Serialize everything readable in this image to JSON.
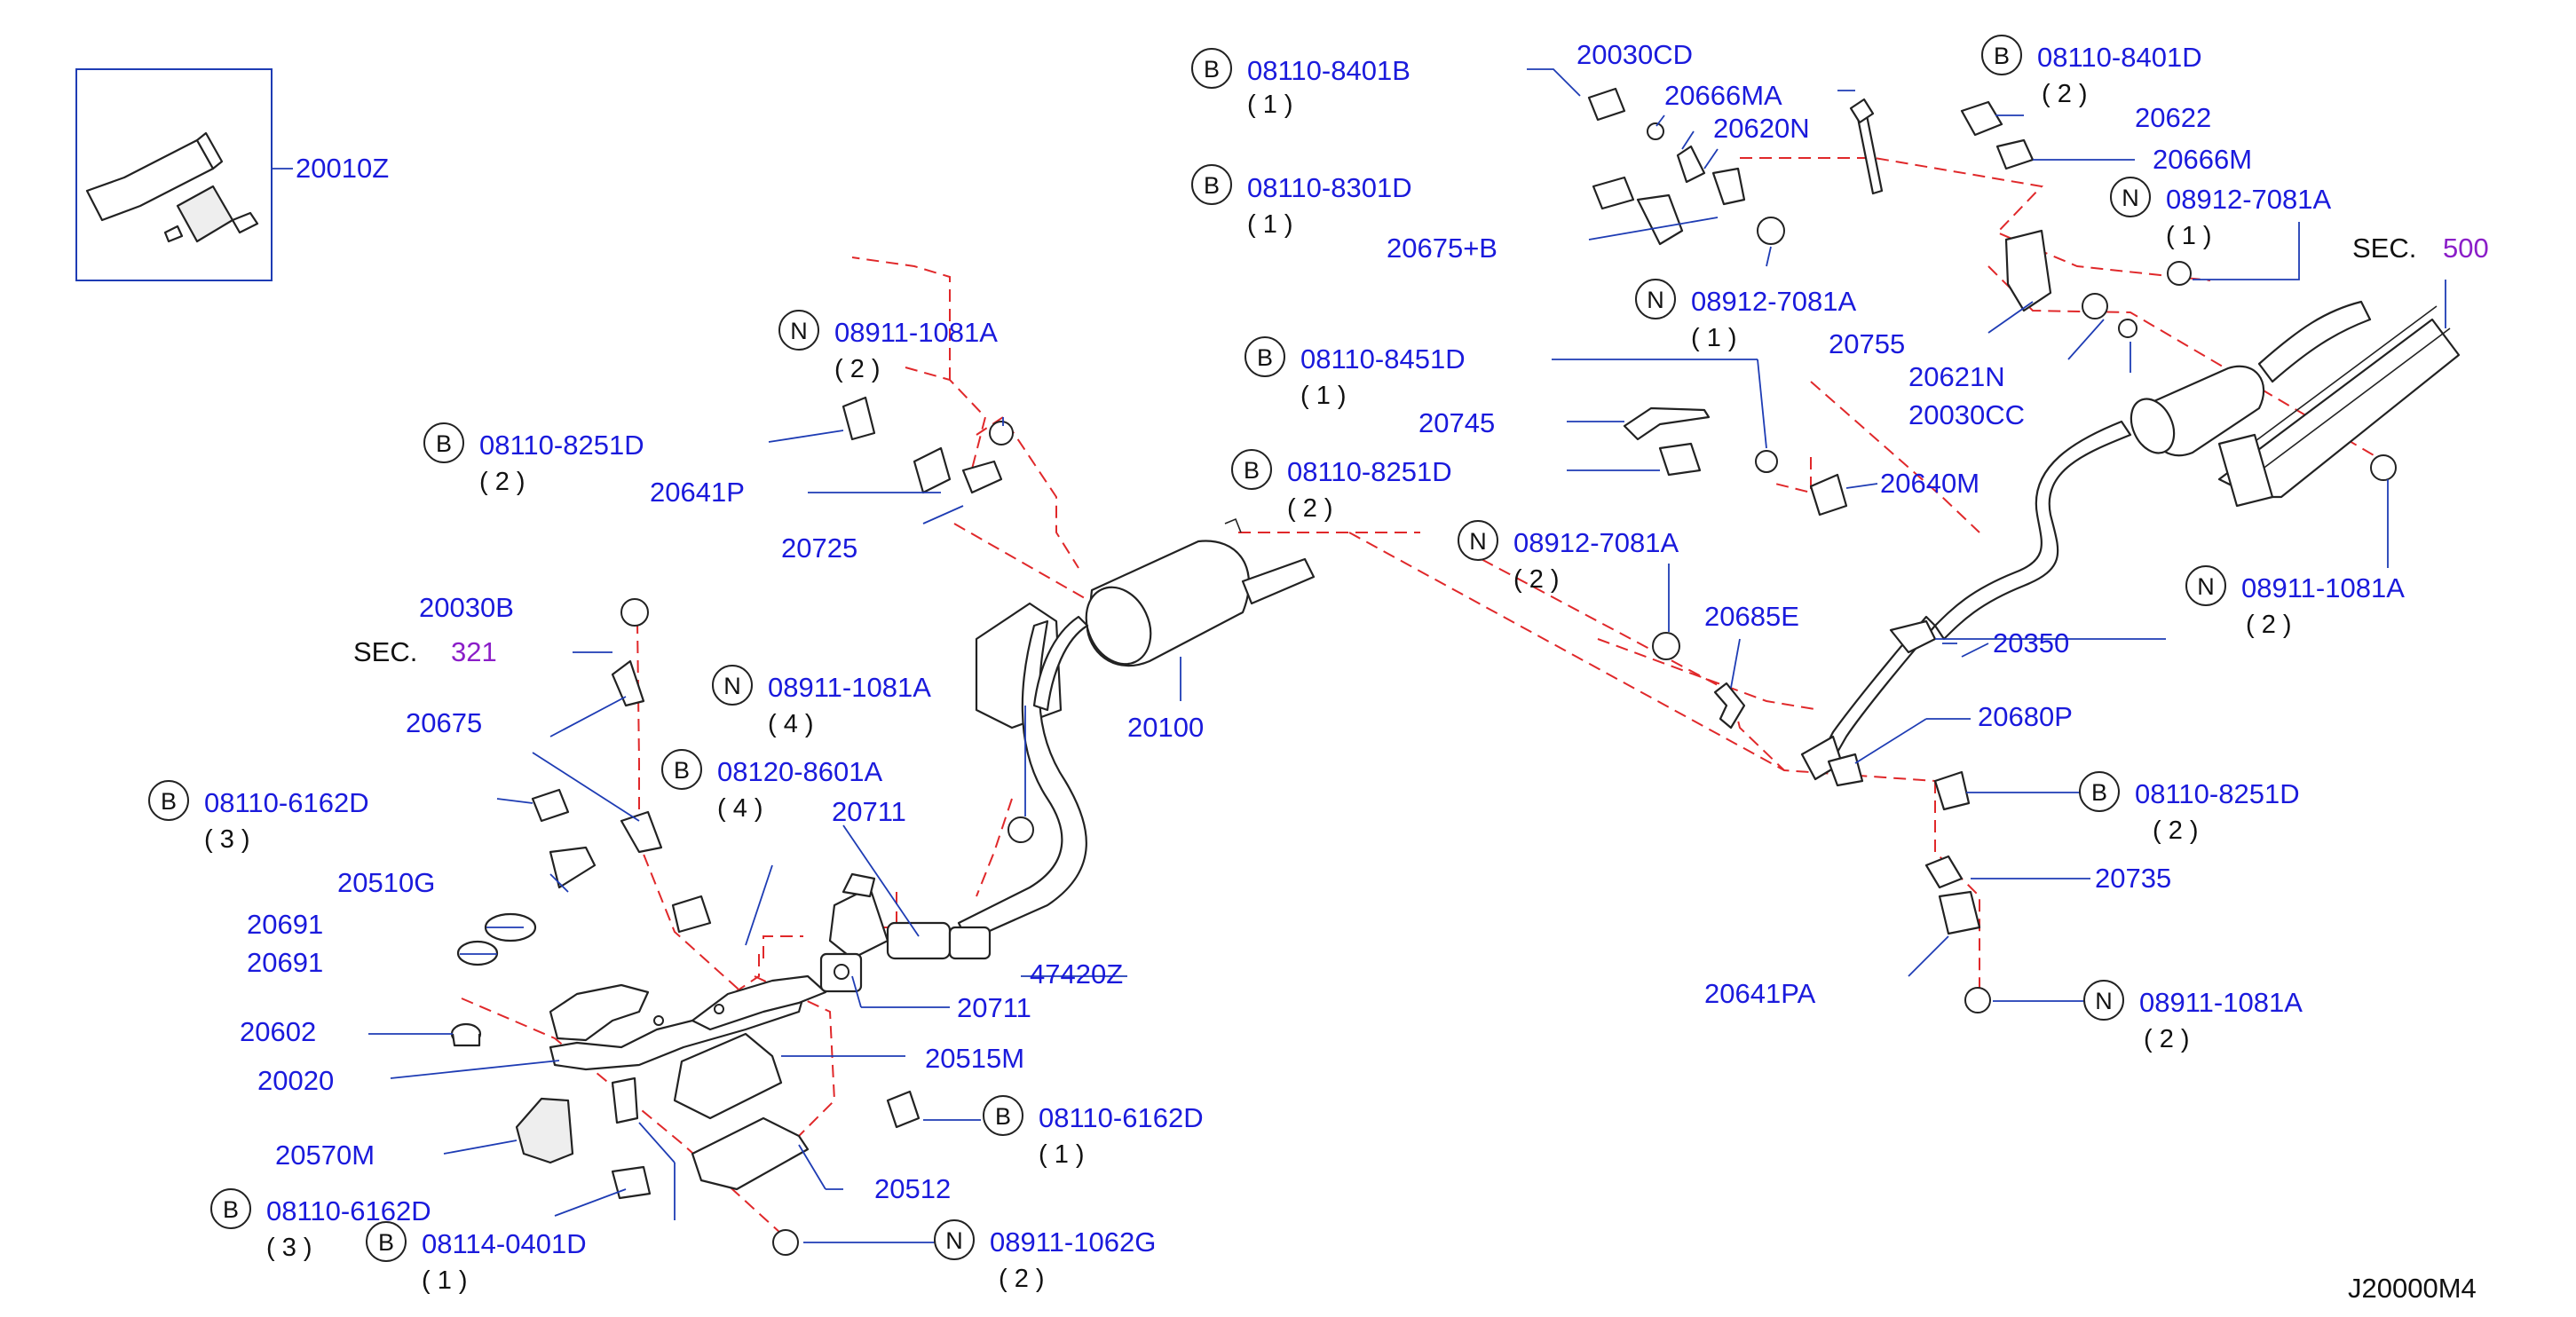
{
  "diagram": {
    "code": "J20000M4",
    "sec_labels": [
      {
        "prefix": "SEC.",
        "ref": "321"
      },
      {
        "prefix": "SEC.",
        "ref": "500"
      }
    ],
    "part_numbers": [
      "20010Z",
      "20030CD",
      "20666MA",
      "20620N",
      "20675+B",
      "20622",
      "20666M",
      "20755",
      "20621N",
      "20030CC",
      "20641P",
      "20725",
      "20745",
      "20640M",
      "20100",
      "20685E",
      "20350",
      "20680P",
      "20030B",
      "20675",
      "20510G",
      "20691",
      "20691",
      "20602",
      "20020",
      "20570M",
      "20515M",
      "20512",
      "20711",
      "20711",
      "47420Z",
      "20735",
      "20641PA"
    ],
    "fasteners": [
      {
        "badge": "B",
        "code": "08110-8401B",
        "qty": "( 1 )"
      },
      {
        "badge": "B",
        "code": "08110-8401D",
        "qty": "( 2 )"
      },
      {
        "badge": "B",
        "code": "08110-8301D",
        "qty": "( 1 )"
      },
      {
        "badge": "N",
        "code": "08912-7081A",
        "qty": "( 1 )"
      },
      {
        "badge": "N",
        "code": "08912-7081A",
        "qty": "( 1 )"
      },
      {
        "badge": "N",
        "code": "08911-1081A",
        "qty": "( 2 )"
      },
      {
        "badge": "B",
        "code": "08110-8251D",
        "qty": "( 2 )"
      },
      {
        "badge": "B",
        "code": "08110-8451D",
        "qty": "( 1 )"
      },
      {
        "badge": "B",
        "code": "08110-8251D",
        "qty": "( 2 )"
      },
      {
        "badge": "N",
        "code": "08912-7081A",
        "qty": "( 2 )"
      },
      {
        "badge": "N",
        "code": "08911-1081A",
        "qty": "( 2 )"
      },
      {
        "badge": "N",
        "code": "08911-1081A",
        "qty": "( 4 )"
      },
      {
        "badge": "B",
        "code": "08120-8601A",
        "qty": "( 4 )"
      },
      {
        "badge": "B",
        "code": "08110-6162D",
        "qty": "( 3 )"
      },
      {
        "badge": "B",
        "code": "08110-8251D",
        "qty": "( 2 )"
      },
      {
        "badge": "N",
        "code": "08911-1081A",
        "qty": "( 2 )"
      },
      {
        "badge": "B",
        "code": "08110-6162D",
        "qty": "( 1 )"
      },
      {
        "badge": "B",
        "code": "08110-6162D",
        "qty": "( 3 )"
      },
      {
        "badge": "B",
        "code": "08114-0401D",
        "qty": "( 1 )"
      },
      {
        "badge": "N",
        "code": "08911-1062G",
        "qty": "( 2 )"
      }
    ]
  }
}
